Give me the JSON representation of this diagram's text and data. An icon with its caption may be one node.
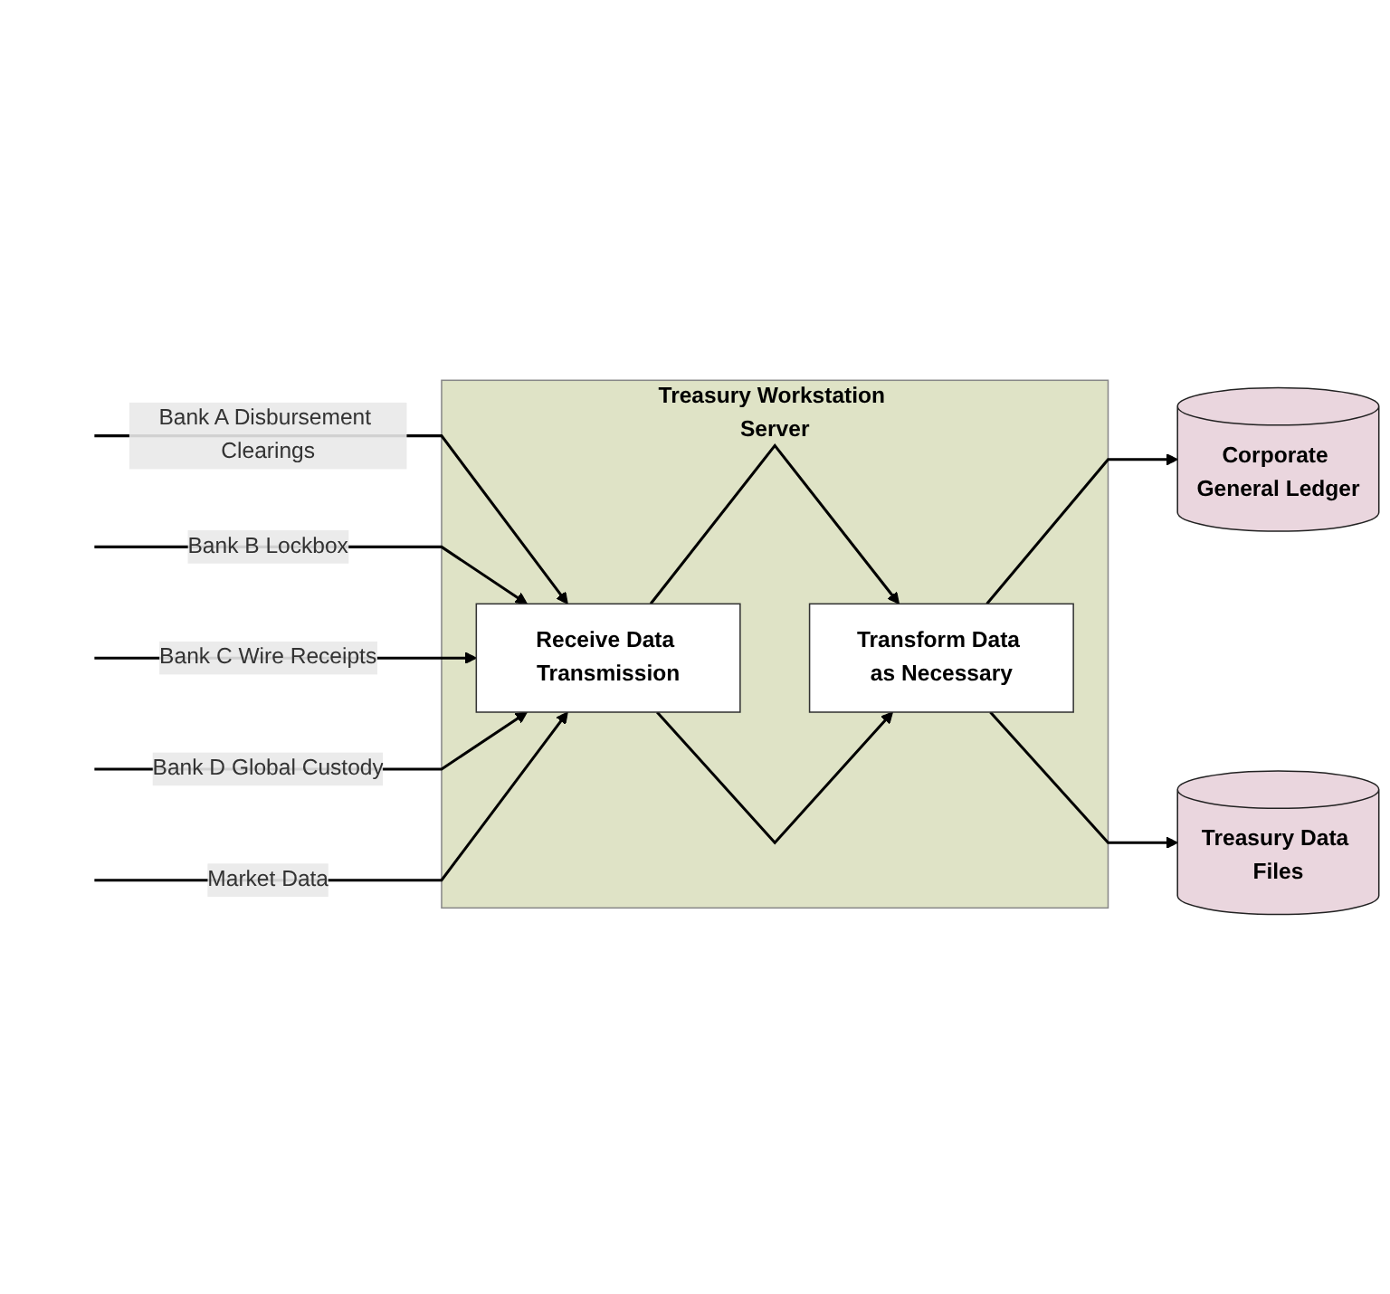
{
  "diagram": {
    "nodes": [
      {
        "text": [
          "Treasury Workstation Server"
        ]
      },
      {
        "text": [
          "Receive Data Transmission"
        ],
        "in": 0
      },
      {
        "text": [
          "Transform Data as Necessary"
        ],
        "in": 0
      },
      {
        "text": [
          "Corporate General Ledger"
        ]
      },
      {
        "text": [
          "Treasury Data Files"
        ]
      }
    ],
    "edges": [
      {
        "from": null,
        "to": 1,
        "arrow": "to",
        "label": "Bank A Disbursement Clearings"
      },
      {
        "from": null,
        "to": 1,
        "arrow": "to",
        "label": "Bank B Lockbox"
      },
      {
        "from": null,
        "to": 1,
        "arrow": "to",
        "label": "Bank C Wire Receipts"
      },
      {
        "from": null,
        "to": 1,
        "arrow": "to",
        "label": "Bank D Global Custody"
      },
      {
        "from": null,
        "to": 1,
        "arrow": "to",
        "label": "Market Data"
      },
      {
        "from": 1,
        "to": 2,
        "arrow": "to"
      },
      {
        "from": 1,
        "to": 2,
        "arrow": "to"
      },
      {
        "from": 2,
        "to": 3,
        "arrow": "to"
      },
      {
        "from": 2,
        "to": 4,
        "arrow": "to"
      }
    ]
  }
}
